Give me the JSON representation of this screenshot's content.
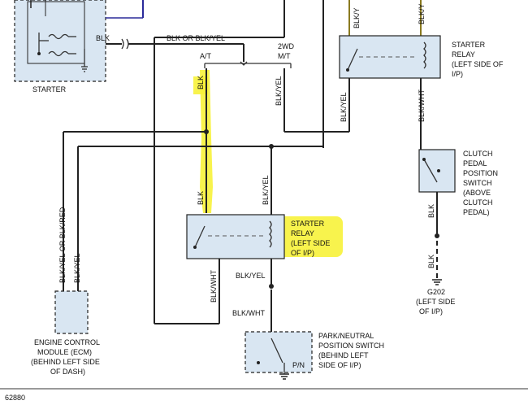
{
  "diagram": {
    "figure_id": "62880",
    "wire_colors": {
      "blk": "BLK",
      "blk_or_blk_yel": "BLK OR BLK/YEL",
      "blk_yel": "BLK/YEL",
      "blk_wht": "BLK/WHT",
      "blk_yel_or_blk_red": "BLK/YEL OR BLK/RED",
      "blk_y": "BLK/Y"
    },
    "labels": {
      "starter": "STARTER",
      "at": "A/T",
      "twowd": "2WD",
      "mt": "M/T",
      "pn": "P/N"
    },
    "components": {
      "starter_relay_top": [
        "STARTER",
        "RELAY",
        "(LEFT SIDE OF",
        "I/P)"
      ],
      "starter_relay_main": [
        "STARTER",
        "RELAY",
        "(LEFT SIDE",
        "OF I/P)"
      ],
      "clutch_switch": [
        "CLUTCH",
        "PEDAL",
        "POSITION",
        "SWITCH",
        "(ABOVE",
        "CLUTCH",
        "PEDAL)"
      ],
      "ecm": [
        "ENGINE CONTROL",
        "MODULE (ECM)",
        "(BEHIND LEFT SIDE",
        "OF DASH)"
      ],
      "park_neutral": [
        "PARK/NEUTRAL",
        "POSITION SWITCH",
        "(BEHIND LEFT",
        "SIDE OF I/P)"
      ],
      "ground": [
        "G202",
        "(LEFT SIDE",
        "OF I/P)"
      ]
    },
    "colors": {
      "highlight": "#f7f23a",
      "component_fill": "#d9e6f2",
      "wire": "#222222",
      "top_wire": "#2a2a9a"
    }
  }
}
